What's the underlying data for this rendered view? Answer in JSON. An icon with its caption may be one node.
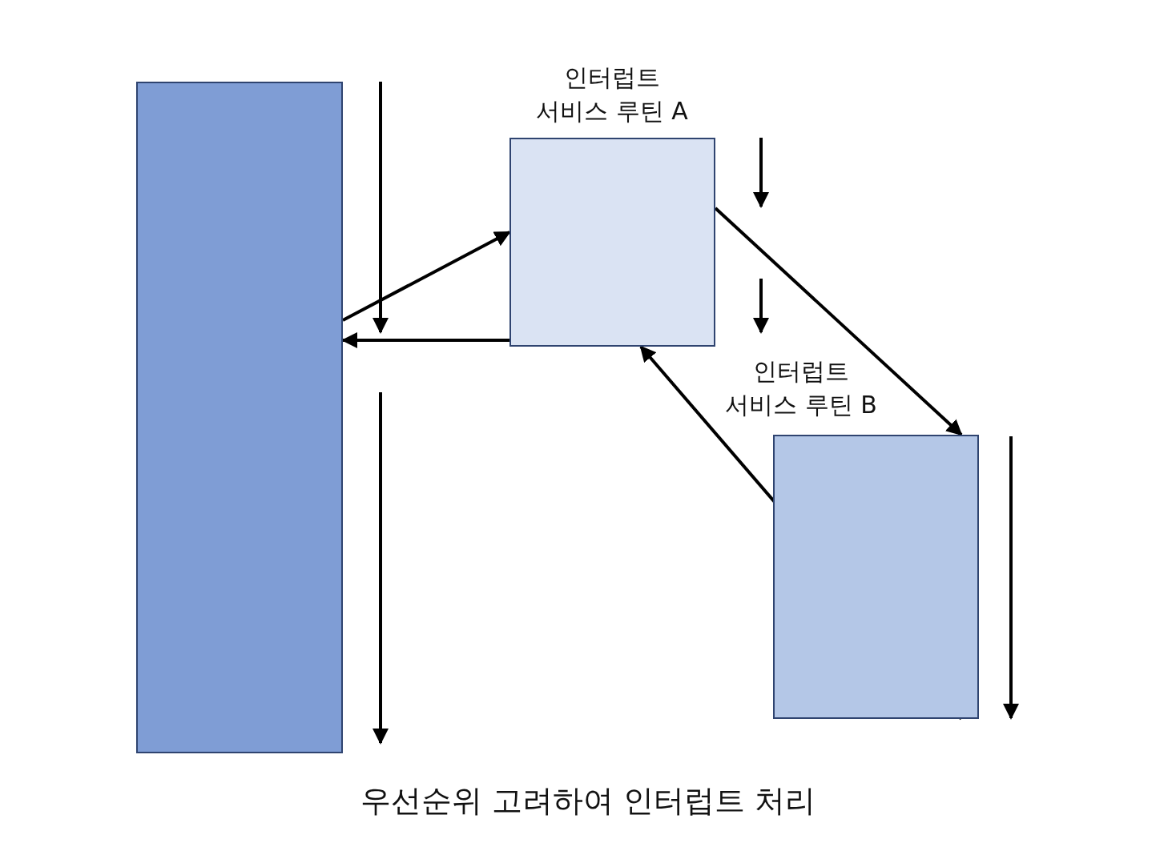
{
  "diagram": {
    "caption": "우선순위 고려하여 인터럽트 처리",
    "nodes": [
      {
        "text": [],
        "shape": "box"
      },
      {
        "text": [
          "인터럽트 서비스 루틴 A"
        ]
      },
      {
        "text": [
          "인터럽트 서비스 루틴 B"
        ]
      }
    ],
    "edges": [
      {
        "from": 0,
        "to": 1,
        "arrow": "to"
      },
      {
        "from": 1,
        "to": 0,
        "arrow": "to"
      },
      {
        "from": 1,
        "to": 2,
        "arrow": "to"
      },
      {
        "from": 2,
        "to": 1,
        "arrow": "to"
      }
    ]
  }
}
